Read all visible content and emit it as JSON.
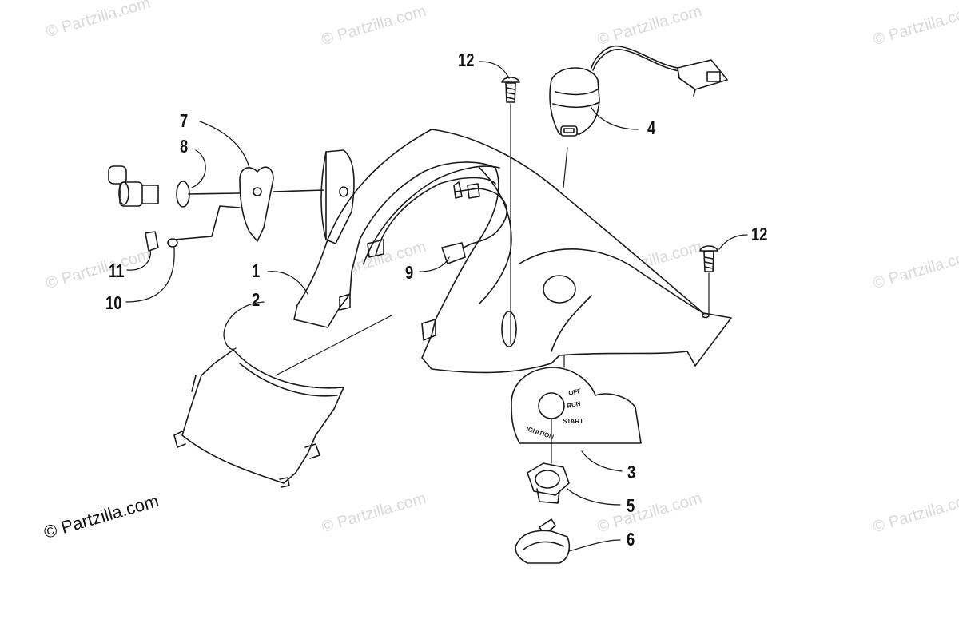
{
  "watermark": {
    "text": "© Partzilla.com",
    "main_text": "© Partzilla.com"
  },
  "callouts": [
    "1",
    "2",
    "3",
    "4",
    "5",
    "6",
    "7",
    "8",
    "9",
    "10",
    "11",
    "12",
    "12"
  ],
  "ignition_plate": {
    "off": "OFF",
    "run": "RUN",
    "start": "START",
    "ignition": "IGNITION"
  },
  "colors": {
    "line": "#1a1a1a",
    "watermark": "#d9d9d9"
  }
}
